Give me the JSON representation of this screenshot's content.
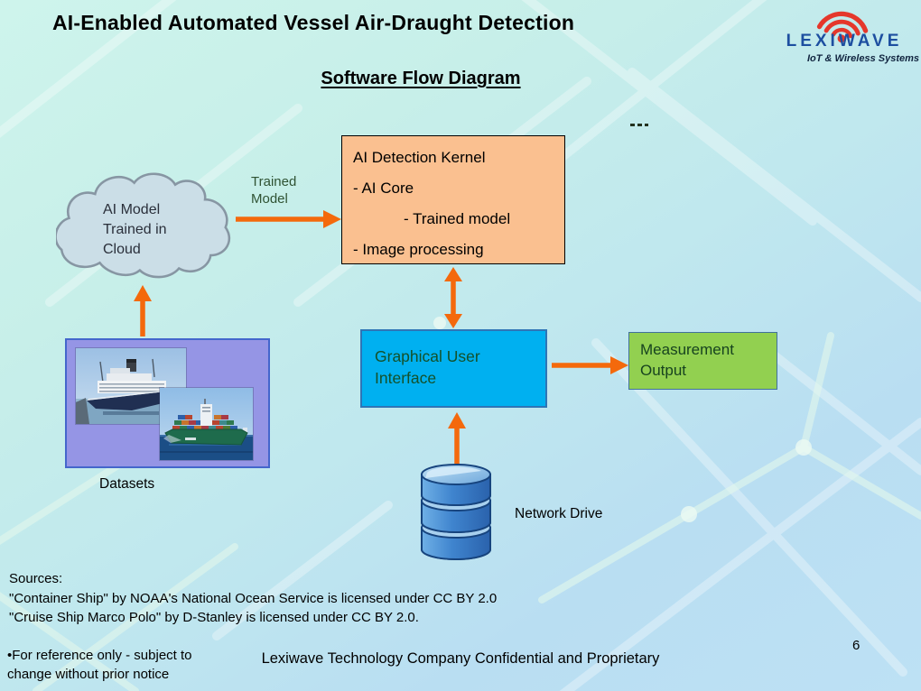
{
  "slide": {
    "title": "AI-Enabled Automated Vessel Air-Draught Detection",
    "subtitle": "Software Flow Diagram",
    "page_number": "6",
    "footer_note": [
      "•For reference only - subject to",
      "change without prior notice"
    ],
    "footer_center": "Lexiwave Technology Company Confidential and Proprietary"
  },
  "logo": {
    "wordmark": "LEXIWAVE",
    "tagline": "IoT & Wireless Systems",
    "wordmark_color": "#1D4FA0",
    "arc_color": "#E5372B"
  },
  "diagram": {
    "cloud": {
      "lines": [
        "AI Model",
        "Trained in",
        "Cloud"
      ],
      "fill": "#CBDEE7"
    },
    "trained_model_label": "Trained Model",
    "kernel": {
      "title": "AI Detection Kernel",
      "items": [
        "- AI Core",
        "- Trained model",
        "- Image processing"
      ],
      "fill": "#FAC090"
    },
    "gui": {
      "label": "Graphical User Interface",
      "fill": "#00B0F0"
    },
    "measurement": {
      "label": "Measurement Output",
      "fill": "#92D050"
    },
    "datasets": {
      "label": "Datasets",
      "fill": "#9595E5"
    },
    "network_drive": {
      "label": "Network Drive"
    },
    "arrow_color": "#F4690C"
  },
  "sources": {
    "heading": "Sources:",
    "lines": [
      "\"Container Ship\" by NOAA's National Ocean Service is licensed under CC BY 2.0",
      "\"Cruise Ship Marco Polo\" by D-Stanley is licensed under CC BY 2.0."
    ]
  }
}
